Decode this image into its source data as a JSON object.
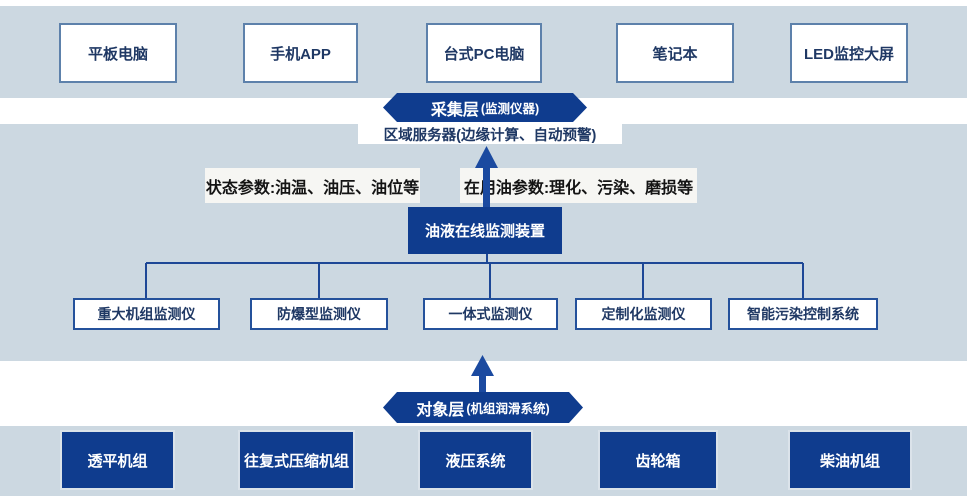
{
  "top_row": {
    "boxes": [
      {
        "label": "平板电脑"
      },
      {
        "label": "手机APP"
      },
      {
        "label": "台式PC电脑"
      },
      {
        "label": "笔记本"
      },
      {
        "label": "LED监控大屏"
      }
    ]
  },
  "collection_layer_pill": {
    "title": "采集层",
    "subtitle": "(监测仪器)"
  },
  "middle_section": {
    "server_label": "区域服务器(边缘计算、自动预警)",
    "status_param_label": "状态参数:油温、油压、油位等",
    "oil_param_label": "在用油参数:理化、污染、磨损等",
    "device_label": "油液在线监测装置",
    "monitor_boxes": [
      {
        "label": "重大机组监测仪"
      },
      {
        "label": "防爆型监测仪"
      },
      {
        "label": "一体式监测仪"
      },
      {
        "label": "定制化监测仪"
      },
      {
        "label": "智能污染控制系统"
      }
    ]
  },
  "object_layer_pill": {
    "title": "对象层",
    "subtitle": "(机组润滑系统)"
  },
  "bottom_row": {
    "boxes": [
      {
        "label": "透平机组"
      },
      {
        "label": "往复式压缩机组"
      },
      {
        "label": "液压系统"
      },
      {
        "label": "齿轮箱"
      },
      {
        "label": "柴油机组"
      }
    ]
  },
  "colors": {
    "band_background": "#ccd8e1",
    "dark_blue": "#0f3c8e",
    "navy_text": "#1f3864",
    "arrow_blue": "#1b4aa0",
    "connector_blue": "#1d4796",
    "param_label_background": "#f6f6f3"
  }
}
